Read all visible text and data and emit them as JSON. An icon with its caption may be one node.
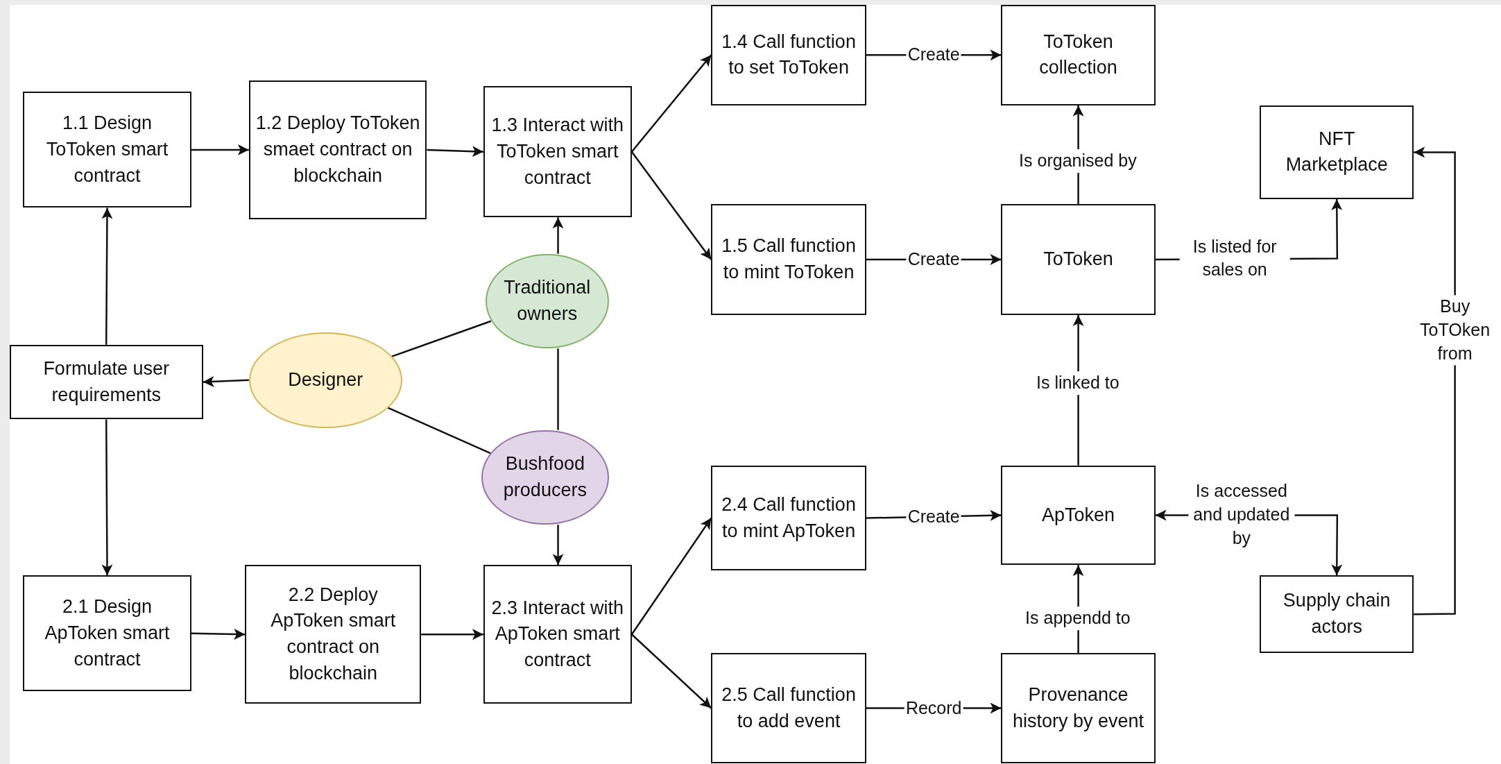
{
  "diagram": {
    "nodes": [
      {
        "text": [
          "1.1 Design ToToken smart contract"
        ]
      },
      {
        "text": [
          "1.2 Deploy ToToken smaet contract on blockchain"
        ]
      },
      {
        "text": [
          "1.3 Interact with ToToken smart contract"
        ]
      },
      {
        "text": [
          "1.4 Call function to set ToToken"
        ]
      },
      {
        "text": [
          "ToToken collection"
        ]
      },
      {
        "text": [
          "1.5 Call function to mint ToToken"
        ]
      },
      {
        "text": [
          "ToToken"
        ]
      },
      {
        "text": [
          "NFT Marketplace"
        ]
      },
      {
        "text": [
          "Formulate user requirements"
        ]
      },
      {
        "text": [
          "Designer"
        ]
      },
      {
        "text": [
          "Traditional owners"
        ]
      },
      {
        "text": [
          "Bushfood producers"
        ]
      },
      {
        "text": [
          "2.1 Design ApToken smart contract"
        ]
      },
      {
        "text": [
          "2.2 Deploy ApToken smart contract on blockchain"
        ]
      },
      {
        "text": [
          "2.3 Interact with ApToken smart contract"
        ]
      },
      {
        "text": [
          "2.4 Call function to mint ApToken"
        ]
      },
      {
        "text": [
          "ApToken"
        ]
      },
      {
        "text": [
          "Supply chain actors"
        ]
      },
      {
        "text": [
          "2.5 Call function to add event"
        ]
      },
      {
        "text": [
          "Provenance history by event"
        ]
      }
    ],
    "edges": [
      {
        "from": 0,
        "to": 1,
        "arrow": "to"
      },
      {
        "from": 1,
        "to": 2,
        "arrow": "to"
      },
      {
        "from": 2,
        "to": 3,
        "arrow": "to"
      },
      {
        "from": 2,
        "to": 5,
        "arrow": "to"
      },
      {
        "from": 3,
        "to": 4,
        "arrow": "to",
        "label": "Create"
      },
      {
        "from": 5,
        "to": 6,
        "arrow": "to",
        "label": "Create"
      },
      {
        "from": 6,
        "to": 4,
        "arrow": "to",
        "label": "Is organised by"
      },
      {
        "from": 6,
        "to": 7,
        "arrow": "to",
        "label": "Is listed for sales on"
      },
      {
        "from": 17,
        "to": 7,
        "arrow": "to",
        "label": "Buy ToTOken from"
      },
      {
        "from": 8,
        "to": 0,
        "arrow": "to"
      },
      {
        "from": 8,
        "to": 12,
        "arrow": "to"
      },
      {
        "from": 9,
        "to": 8,
        "arrow": "to"
      },
      {
        "from": 10,
        "to": 9,
        "arrow": "none"
      },
      {
        "from": 11,
        "to": 9,
        "arrow": "none"
      },
      {
        "from": 10,
        "to": 11,
        "arrow": "none"
      },
      {
        "from": 10,
        "to": 2,
        "arrow": "to"
      },
      {
        "from": 11,
        "to": 14,
        "arrow": "to"
      },
      {
        "from": 12,
        "to": 13,
        "arrow": "to"
      },
      {
        "from": 13,
        "to": 14,
        "arrow": "to"
      },
      {
        "from": 14,
        "to": 15,
        "arrow": "to"
      },
      {
        "from": 14,
        "to": 18,
        "arrow": "to"
      },
      {
        "from": 15,
        "to": 16,
        "arrow": "to",
        "label": "Create"
      },
      {
        "from": 18,
        "to": 19,
        "arrow": "to",
        "label": "Record"
      },
      {
        "from": 19,
        "to": 16,
        "arrow": "to",
        "label": "Is appendd to"
      },
      {
        "from": 16,
        "to": 6,
        "arrow": "to",
        "label": "Is linked to"
      },
      {
        "from": 16,
        "to": 17,
        "arrow": "both",
        "label": "Is accessed and updated by"
      }
    ]
  }
}
